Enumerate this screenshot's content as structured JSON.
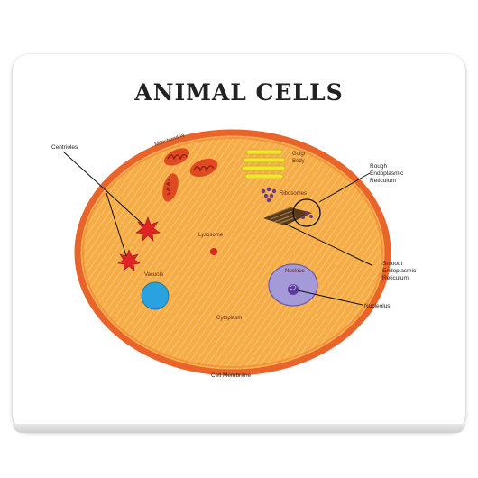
{
  "title": "ANIMAL CELLS",
  "labels": {
    "centrioles": "Centrioles",
    "mitochondria": "Mitochondria",
    "golgi_line1": "Golgi",
    "golgi_line2": "Body",
    "ribosomes": "Ribosomes",
    "rough_er_line1": "Rough",
    "rough_er_line2": "Endoplasmic",
    "rough_er_line3": "Reticulum",
    "lysosome": "Lysosome",
    "vacuole": "Vacuole",
    "nucleus": "Nucleus",
    "smooth_er_line1": "Smooth",
    "smooth_er_line2": "Endoplasmic",
    "smooth_er_line3": "Reticulum",
    "nucleolus": "Nucleolus",
    "cytoplasm": "Cytoplasm",
    "cell_membrane": "Cell Membrane"
  },
  "colors": {
    "cytoplasm": "#f6ad45",
    "membrane": "#e8642a",
    "mitochondria": "#e04a22",
    "golgi": "#f2e630",
    "centrioles": "#e02424",
    "vacuole": "#2aa2e0",
    "nucleus": "#a49ad8",
    "nucleolus": "#5a3a9a",
    "ribosomes": "#6a3a8a",
    "er": "#6a4a2a"
  }
}
